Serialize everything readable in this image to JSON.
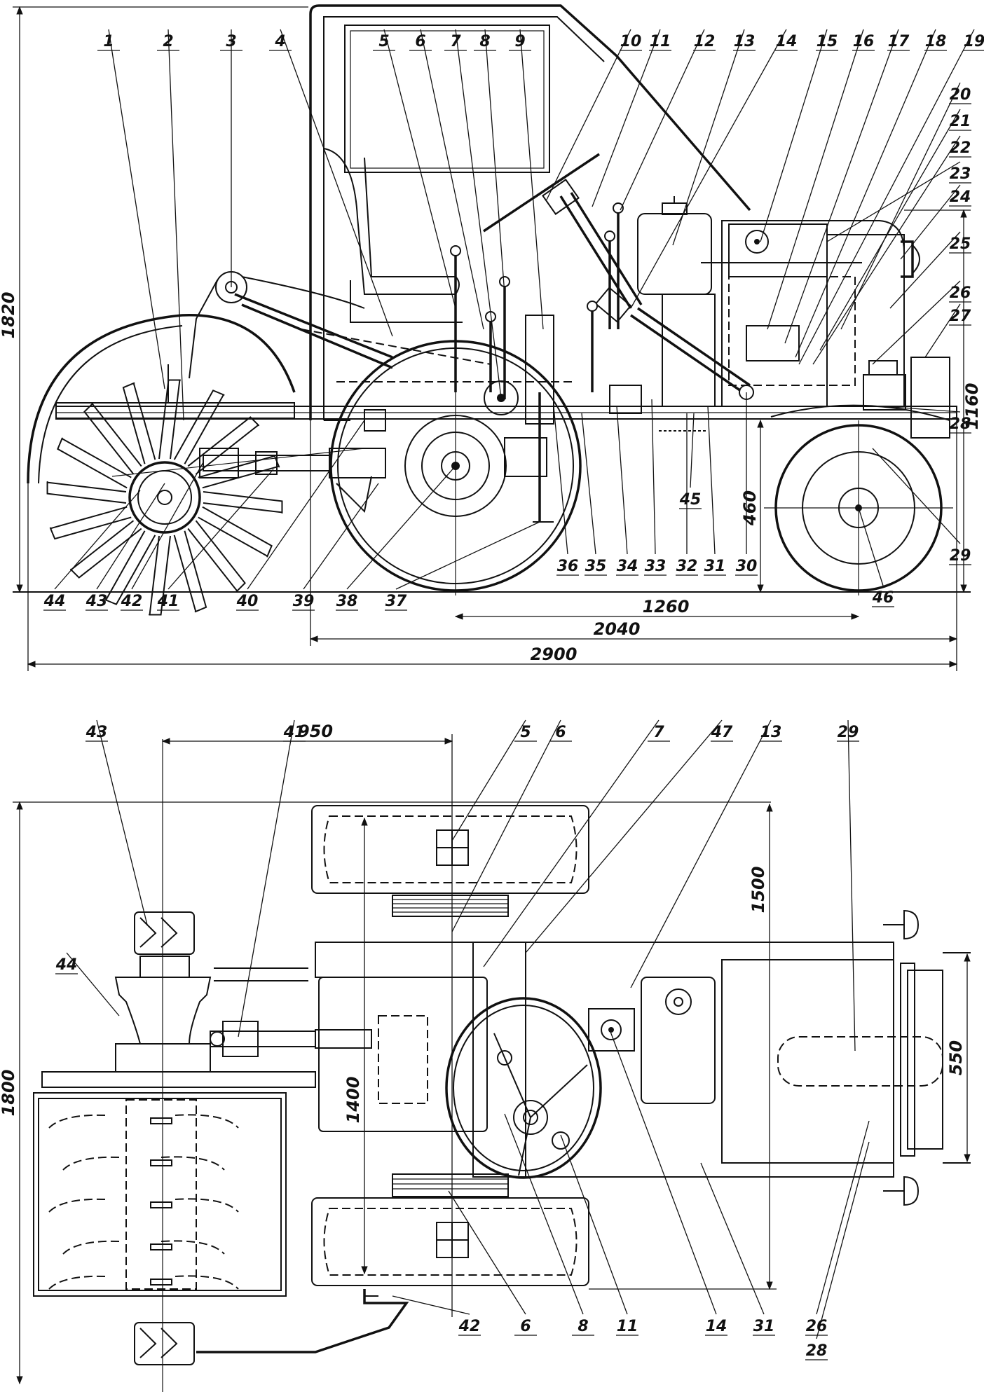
{
  "side_view": {
    "callouts_top": [
      "1",
      "2",
      "3",
      "4",
      "5",
      "6",
      "7",
      "8",
      "9",
      "10",
      "11",
      "12",
      "13",
      "14",
      "15",
      "16",
      "17",
      "18",
      "19"
    ],
    "callouts_right": [
      "20",
      "21",
      "22",
      "23",
      "24",
      "25",
      "26",
      "27",
      "28",
      "29"
    ],
    "callouts_bottom": [
      "44",
      "43",
      "42",
      "41",
      "40",
      "39",
      "38",
      "37",
      "36",
      "35",
      "34",
      "33",
      "32",
      "31",
      "30",
      "45",
      "46"
    ],
    "dimensions": {
      "height_total": "1820",
      "height_rear": "1160",
      "axle_height": "460",
      "wheelbase": "1260",
      "body_length": "2040",
      "overall_length": "2900"
    }
  },
  "top_view": {
    "callouts_top": [
      "43",
      "41",
      "5",
      "6",
      "7",
      "47",
      "13",
      "29"
    ],
    "callouts_left": [
      "44"
    ],
    "callouts_bottom": [
      "42",
      "6",
      "8",
      "11",
      "14",
      "31",
      "26",
      "28"
    ],
    "dimensions": {
      "rotor_offset": "950",
      "overall_width": "1800",
      "track_outer": "1500",
      "track_inner": "1400",
      "rear_width": "550"
    }
  }
}
